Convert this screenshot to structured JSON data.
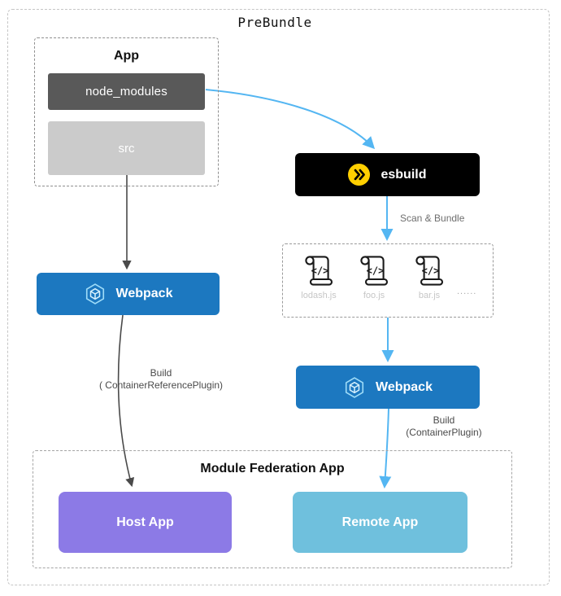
{
  "title": "PreBundle",
  "app": {
    "title": "App",
    "node_modules_label": "node_modules",
    "src_label": "src"
  },
  "esbuild": {
    "label": "esbuild"
  },
  "webpack_left": {
    "label": "Webpack"
  },
  "webpack_right": {
    "label": "Webpack"
  },
  "prebundled_files": {
    "icon_glyph": "</>",
    "files": [
      "lodash.js",
      "foo.js",
      "bar.js"
    ],
    "more_label": "......"
  },
  "edges": {
    "scan_bundle_label": "Scan & Bundle",
    "build_left_line1": "Build",
    "build_left_line2": "( ContainerReferencePlugin)",
    "build_right_line1": "Build",
    "build_right_line2": "(ContainerPlugin)"
  },
  "module_federation": {
    "title": "Module Federation App",
    "host_label": "Host App",
    "remote_label": "Remote App"
  },
  "colors": {
    "webpack_blue": "#1c78c0",
    "esbuild_black": "#000000",
    "esbuild_yellow": "#ffcf00",
    "node_modules_gray": "#595959",
    "src_gray": "#cbcbcb",
    "host_purple": "#8c7ae6",
    "remote_blue": "#6fc0dd",
    "arrow_blue": "#54b6f2",
    "arrow_dark": "#4a4a4a"
  }
}
